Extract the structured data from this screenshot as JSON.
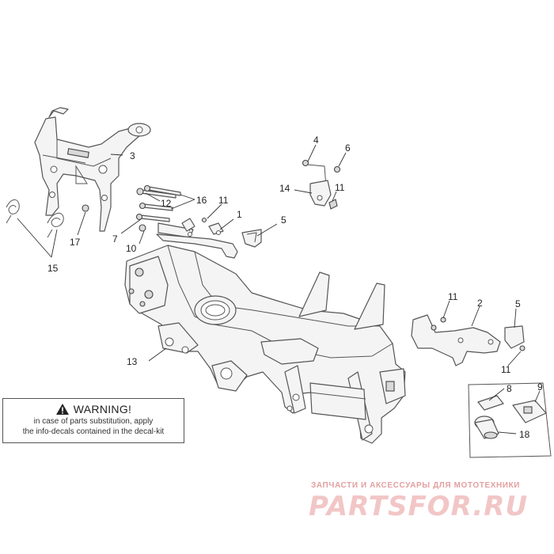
{
  "callouts": [
    {
      "id": "c1",
      "label": "1"
    },
    {
      "id": "c2",
      "label": "2"
    },
    {
      "id": "c3",
      "label": "3"
    },
    {
      "id": "c4",
      "label": "4"
    },
    {
      "id": "c5a",
      "label": "5"
    },
    {
      "id": "c5b",
      "label": "5"
    },
    {
      "id": "c6",
      "label": "6"
    },
    {
      "id": "c7",
      "label": "7"
    },
    {
      "id": "c8",
      "label": "8"
    },
    {
      "id": "c9",
      "label": "9"
    },
    {
      "id": "c10",
      "label": "10"
    },
    {
      "id": "c11a",
      "label": "11"
    },
    {
      "id": "c11b",
      "label": "11"
    },
    {
      "id": "c11c",
      "label": "11"
    },
    {
      "id": "c11d",
      "label": "11"
    },
    {
      "id": "c12",
      "label": "12"
    },
    {
      "id": "c13",
      "label": "13"
    },
    {
      "id": "c14",
      "label": "14"
    },
    {
      "id": "c15",
      "label": "15"
    },
    {
      "id": "c16",
      "label": "16"
    },
    {
      "id": "c17",
      "label": "17"
    },
    {
      "id": "c18",
      "label": "18"
    }
  ],
  "warning": {
    "title": "WARNING!",
    "line1": "in case of parts substitution, apply",
    "line2": "the info-decals contained in the decal-kit"
  },
  "watermark": {
    "subtitle": "ЗАПЧАСТИ И АКСЕССУАРЫ ДЛЯ МОТОТЕХНИКИ",
    "logo_text": "PARTSFOR.RU"
  },
  "colors": {
    "line": "#555555",
    "watermark": "#f2c6c6"
  }
}
